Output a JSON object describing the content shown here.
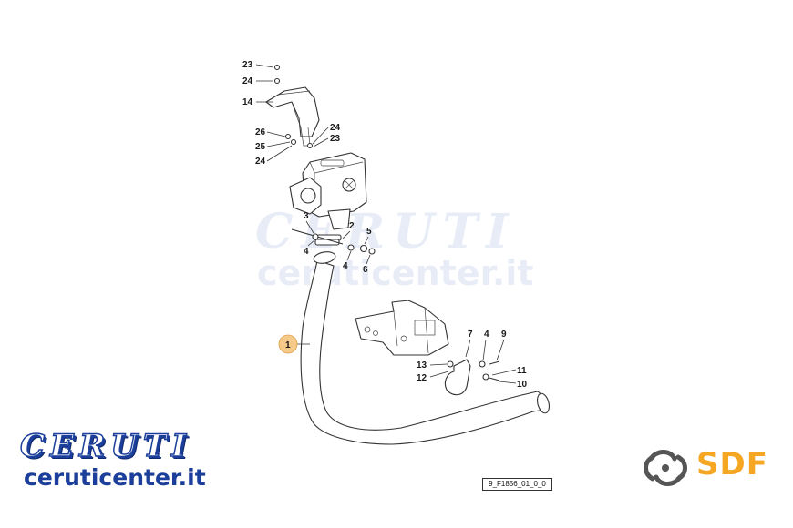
{
  "watermark": {
    "brand": "CERUTI",
    "url": "ceruticenter.it"
  },
  "logo": {
    "brand": "CERUTI",
    "url": "ceruticenter.it"
  },
  "manufacturer_logo": {
    "text": "SDF",
    "color": "#f5a623"
  },
  "reference_code": "9_F1856_01_0_0",
  "callouts": {
    "c23a": "23",
    "c24a": "24",
    "c14": "14",
    "c26": "26",
    "c25": "25",
    "c24b": "24",
    "c24c": "24",
    "c23b": "23",
    "c3": "3",
    "c2": "2",
    "c5": "5",
    "c4a": "4",
    "c4b": "4",
    "c6": "6",
    "c1": "1",
    "c7": "7",
    "c4c": "4",
    "c9": "9",
    "c13": "13",
    "c12": "12",
    "c11": "11",
    "c10": "10"
  },
  "colors": {
    "brand_blue": "#1b3f9a",
    "highlight": "#f5c98a"
  }
}
